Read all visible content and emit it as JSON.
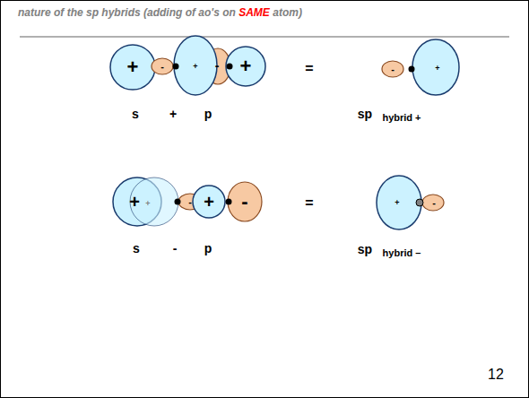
{
  "diagram": {
    "title": "nature of the sp hybrids (adding of ao's on SAME atom)",
    "labels": [
      "+",
      "-",
      "+",
      "-",
      "+",
      "s",
      "+",
      "p",
      "=",
      "-",
      "+",
      "sp",
      "hybrid +",
      "+",
      "+",
      "-",
      "+",
      "-",
      "s",
      "-",
      "p",
      "=",
      "+",
      "-",
      "sp",
      "hybrid –",
      "12"
    ]
  }
}
